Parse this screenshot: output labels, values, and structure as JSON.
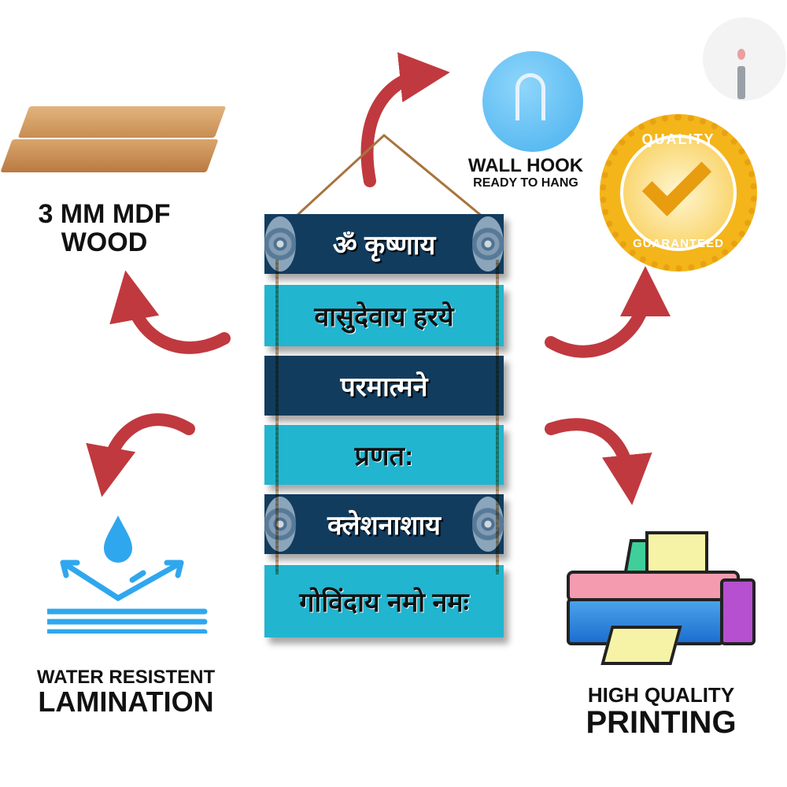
{
  "features": {
    "wood": {
      "line1": "3 MM MDF",
      "line2": "WOOD"
    },
    "hook": {
      "line1": "WALL HOOK",
      "line2": "READY TO HANG"
    },
    "quality_badge": {
      "top": "QUALITY",
      "bottom": "GUARANTEED"
    },
    "lamination": {
      "line1": "WATER RESISTENT",
      "line2": "LAMINATION"
    },
    "printing": {
      "line1": "HIGH QUALITY",
      "line2": "PRINTING"
    }
  },
  "planks": [
    "ॐ कृष्णाय",
    "वासुदेवाय हरये",
    "परमात्मने",
    "प्रणत:",
    "क्लेशनाशाय",
    "गोविंदाय नमो नमः"
  ],
  "colors": {
    "arrow": "#c0393f",
    "dark_plank": "#123c5e",
    "light_plank": "#21b5d0",
    "badge": "#f3b51a"
  }
}
